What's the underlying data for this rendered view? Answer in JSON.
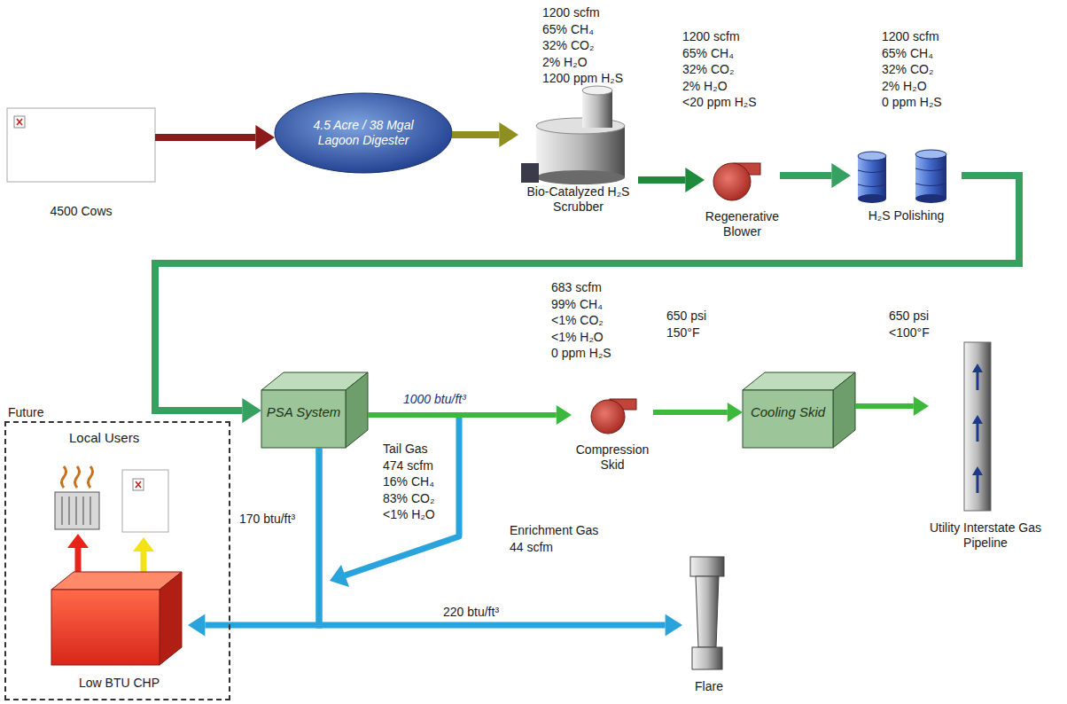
{
  "diagram": {
    "nodes": [
      {
        "text": [
          "4500 Cows"
        ]
      },
      {
        "text": [
          "4.5 Acre / 38 Mgal Lagoon Digester"
        ]
      },
      {
        "text": [
          "Bio-Catalyzed H₂S Scrubber"
        ]
      },
      {
        "text": [
          "Regenerative Blower"
        ]
      },
      {
        "text": [
          "H₂S Polishing"
        ]
      },
      {
        "text": [
          "PSA System"
        ]
      },
      {
        "text": [
          "Compression Skid"
        ]
      },
      {
        "text": [
          "Cooling Skid"
        ]
      },
      {
        "text": [
          "Utility Interstate Gas Pipeline"
        ]
      },
      {
        "text": [
          "Future"
        ]
      },
      {
        "text": [
          "Low BTU  CHP"
        ],
        "in": 9
      },
      {
        "text": [
          "Flare"
        ]
      }
    ],
    "edges": [
      {
        "from": 0,
        "to": 1,
        "arrow": "to"
      },
      {
        "from": 1,
        "to": 2,
        "arrow": "to"
      },
      {
        "from": 2,
        "to": 3,
        "arrow": "to"
      },
      {
        "from": 3,
        "to": 4,
        "arrow": "to"
      },
      {
        "from": 4,
        "to": 5,
        "arrow": "to"
      },
      {
        "from": 5,
        "to": 6,
        "label": "1000 btu/ft³",
        "arrow": "to"
      },
      {
        "from": 6,
        "to": 7,
        "arrow": "to"
      },
      {
        "from": 7,
        "to": 8,
        "arrow": "to"
      },
      {
        "from": 5,
        "to": 10,
        "arrow": "to"
      },
      {
        "from": 5,
        "to": 11,
        "arrow": "to"
      }
    ],
    "labels": [
      "1200 scfm",
      "65% CH₄",
      "32% CO₂",
      "2% H₂O",
      "1200 ppm H₂S",
      "1200 scfm",
      "65% CH₄",
      "32% CO₂",
      "2% H₂O",
      "<20 ppm H₂S",
      "1200 scfm",
      "65% CH₄",
      "32% CO₂",
      "2% H₂O",
      "0 ppm H₂S",
      "683 scfm",
      "99% CH₄",
      "<1% CO₂",
      "<1% H₂O",
      "0 ppm H₂S",
      "650 psi",
      "150°F",
      "650 psi",
      "<100°F",
      "Tail Gas",
      "474 scfm",
      "16% CH₄",
      "83% CO₂",
      "<1% H₂O",
      "170 btu/ft³",
      "Enrichment Gas",
      "44 scfm",
      "220 btu/ft³",
      "Local Users"
    ]
  }
}
